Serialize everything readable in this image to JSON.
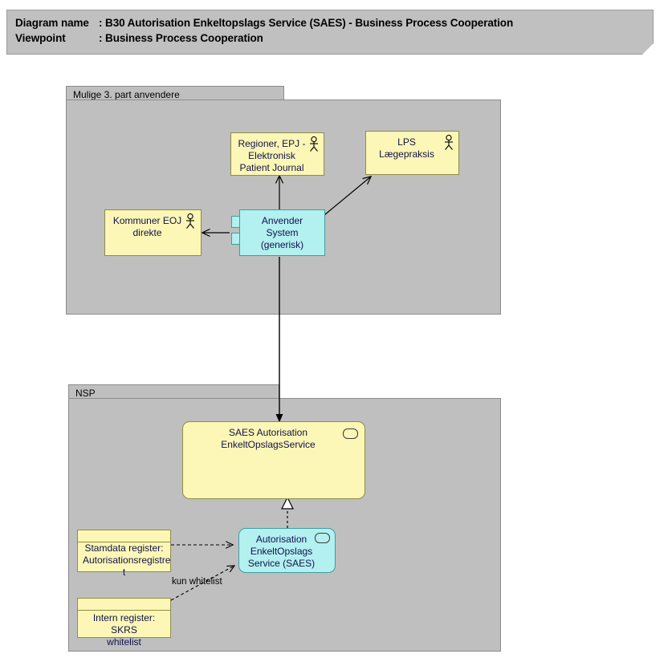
{
  "banner": {
    "line1_key": "Diagram name",
    "line1_sep": ": ",
    "line1_value": "B30 Autorisation Enkeltopslags Service (SAES) - Business Process Cooperation",
    "line2_key": "Viewpoint",
    "line2_sep": ": ",
    "line2_value": "Business Process Cooperation"
  },
  "groups": [
    {
      "id": "third-party",
      "label": "Mulige 3. part anvendere"
    },
    {
      "id": "nsp",
      "label": "NSP"
    }
  ],
  "nodes": [
    {
      "id": "regioner-epj",
      "label": "Regioner, EPJ -\nElektronisk\nPatient Journal",
      "icon": "actor-icon",
      "fill": "#fcf7b6"
    },
    {
      "id": "lps-laegepraksis",
      "label": "LPS\nLægepraksis",
      "icon": "actor-icon",
      "fill": "#fcf7b6"
    },
    {
      "id": "kommuner-eoj",
      "label": "Kommuner EOJ\ndirekte",
      "icon": "actor-icon",
      "fill": "#fcf7b6"
    },
    {
      "id": "anvender-system",
      "label": "Anvender System\n(generisk)",
      "icon": "component-icon",
      "fill": "#b3f0f0"
    },
    {
      "id": "saes-autorisation-service",
      "label": "SAES Autorisation\nEnkeltOpslagsService",
      "icon": "service-oval-icon",
      "fill": "#fcf7b6"
    },
    {
      "id": "autorisation-enkeltopslags-saes",
      "label": "Autorisation\nEnkeltOpslags\nService (SAES)",
      "icon": "service-oval-icon",
      "fill": "#b3f0f0"
    },
    {
      "id": "stamdata-register",
      "label": "Stamdata register:\nAutorisationsregistre\nt",
      "icon": "none",
      "fill": "#fcf7b6"
    },
    {
      "id": "intern-register-skrs",
      "label": "Intern register: SKRS\nwhitelist",
      "icon": "none",
      "fill": "#fcf7b6"
    }
  ],
  "edges": [
    {
      "id": "anvender-to-regioner",
      "style": "solid-arrow",
      "label": ""
    },
    {
      "id": "anvender-to-lps",
      "style": "solid-arrow",
      "label": ""
    },
    {
      "id": "anvender-to-kommuner",
      "style": "solid-arrow",
      "label": ""
    },
    {
      "id": "anvender-to-saes-service",
      "style": "solid-arrow",
      "label": ""
    },
    {
      "id": "saes-realization",
      "style": "dashed-hollow-triangle",
      "label": ""
    },
    {
      "id": "stamdata-to-saes",
      "style": "dashed-arrow",
      "label": ""
    },
    {
      "id": "skrs-to-saes",
      "style": "dashed-arrow",
      "label": "kun whitelist"
    }
  ],
  "edge_labels": {
    "kun_whitelist": "kun whitelist"
  },
  "colors": {
    "banner_bg": "#c0c0c0",
    "group_bg": "#bfbfbf",
    "node_yellow": "#fcf7b6",
    "node_cyan": "#b3f0f0",
    "border": "#8c8c8c",
    "text": "#11114a",
    "line": "#000000"
  }
}
